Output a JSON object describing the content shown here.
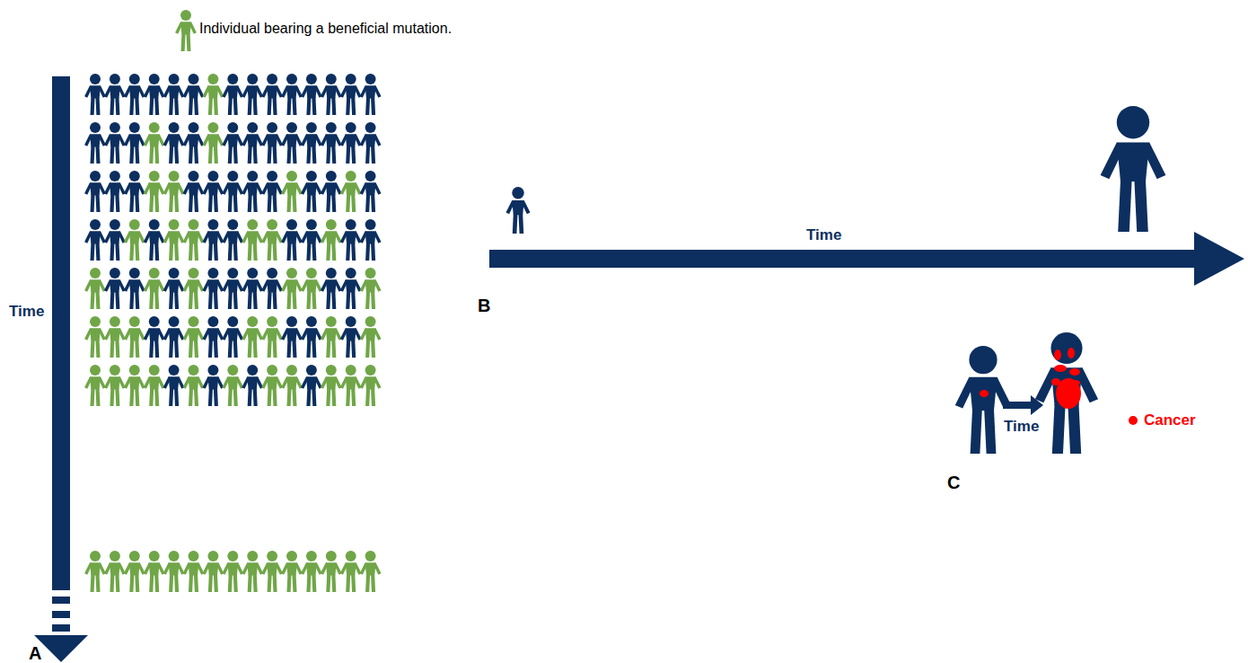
{
  "diagram": {
    "labels": [
      "Time",
      "Time",
      "B",
      "Time",
      "C",
      "A"
    ],
    "legend": [
      {
        "text": "Individual bearing a beneficial mutation."
      },
      {
        "text": "Cancer",
        "color": "#ff0000"
      }
    ]
  }
}
